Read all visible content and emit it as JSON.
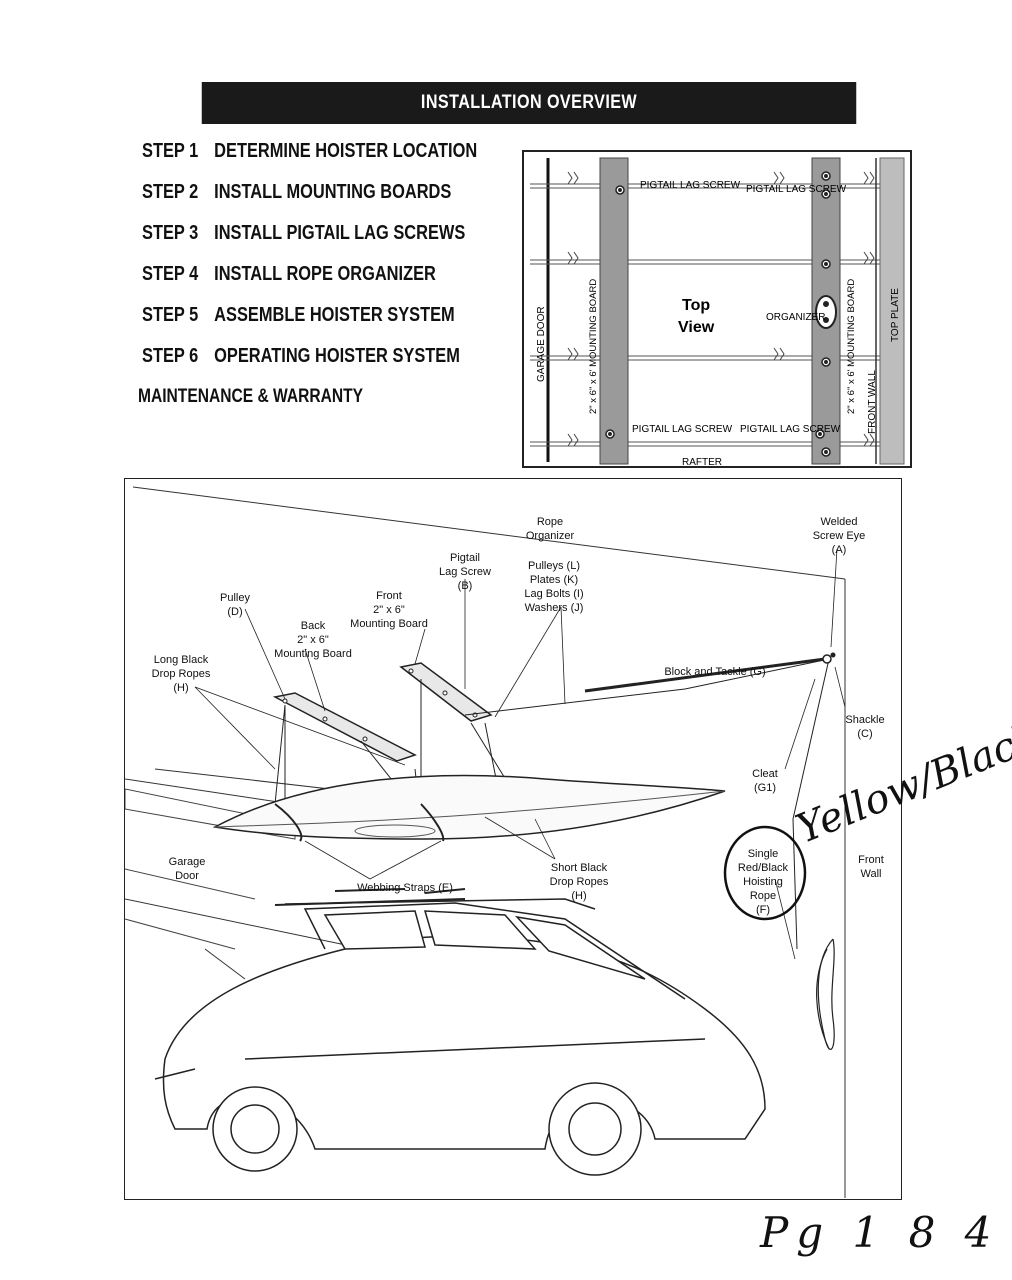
{
  "title": "INSTALLATION OVERVIEW",
  "steps": [
    {
      "num": "STEP 1",
      "text": "DETERMINE HOISTER LOCATION"
    },
    {
      "num": "STEP 2",
      "text": "INSTALL MOUNTING BOARDS"
    },
    {
      "num": "STEP 3",
      "text": "INSTALL PIGTAIL LAG SCREWS"
    },
    {
      "num": "STEP 4",
      "text": "INSTALL ROPE ORGANIZER"
    },
    {
      "num": "STEP 5",
      "text": "ASSEMBLE HOISTER SYSTEM"
    },
    {
      "num": "STEP 6",
      "text": "OPERATING HOISTER SYSTEM"
    }
  ],
  "maintenance": "MAINTENANCE & WARRANTY",
  "top_view": {
    "title_1": "Top",
    "title_2": "View",
    "garage_door": "GARAGE DOOR",
    "board_left": "2\" x 6\" x 6' MOUNTING BOARD",
    "board_right": "2\" x 6\" x 6' MOUNTING BOARD",
    "organizer": "ORGANIZER",
    "front_wall": "FRONT WALL",
    "top_plate": "TOP PLATE",
    "rafter": "RAFTER",
    "pigtail_lag_screw": "PIGTAIL LAG SCREW"
  },
  "diagram": {
    "rope_organizer": [
      "Rope",
      "Organizer"
    ],
    "welded_screw_eye": [
      "Welded",
      "Screw Eye",
      "(A)"
    ],
    "pigtail_lag_screw": [
      "Pigtail",
      "Lag Screw",
      "(B)"
    ],
    "pulleys": [
      "Pulleys (L)",
      "Plates (K)",
      "Lag Bolts (I)",
      "Washers (J)"
    ],
    "front_board": [
      "Front",
      "2\" x 6\"",
      "Mounting Board"
    ],
    "pulley": [
      "Pulley",
      "(D)"
    ],
    "back_board": [
      "Back",
      "2\" x 6\"",
      "Mounting Board"
    ],
    "long_black": [
      "Long Black",
      "Drop Ropes",
      "(H)"
    ],
    "block_tackle": "Block and Tackle (G)",
    "shackle": [
      "Shackle",
      "(C)"
    ],
    "cleat": [
      "Cleat",
      "(G1)"
    ],
    "garage_door": [
      "Garage",
      "Door"
    ],
    "webbing": "Webbing Straps (E)",
    "short_black": [
      "Short Black",
      "Drop Ropes",
      "(H)"
    ],
    "hoisting_rope": [
      "Single",
      "Red/Black",
      "Hoisting",
      "Rope",
      "(F)"
    ],
    "front_wall": [
      "Front",
      "Wall"
    ]
  },
  "handwriting": {
    "annotation": "Yellow/Black",
    "page": "Pg 1 8 4"
  }
}
